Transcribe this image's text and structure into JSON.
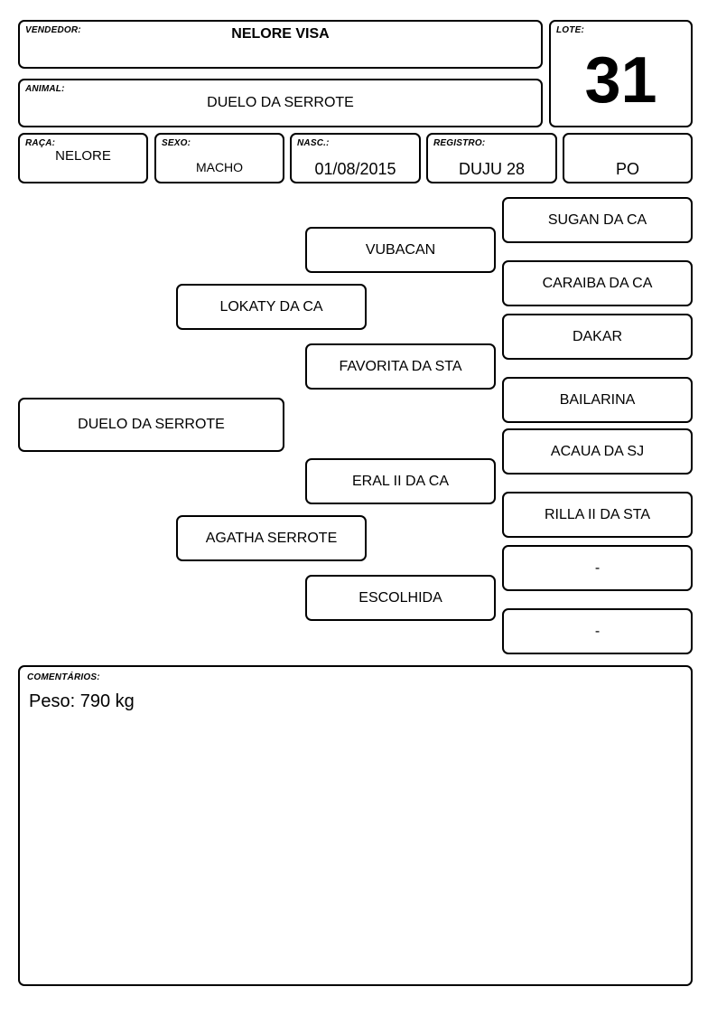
{
  "header": {
    "vendedor_label": "VENDEDOR:",
    "vendedor": "NELORE VISA",
    "animal_label": "ANIMAL:",
    "animal": "DUELO DA SERROTE",
    "lote_label": "LOTE:",
    "lote": "31"
  },
  "details": {
    "raca_label": "RAÇA:",
    "raca": "NELORE",
    "sexo_label": "SEXO:",
    "sexo": "MACHO",
    "nasc_label": "NASC.:",
    "nasc": "01/08/2015",
    "registro_label": "REGISTRO:",
    "registro": "DUJU 28",
    "tipo": "PO"
  },
  "pedigree": {
    "animal": "DUELO DA SERROTE",
    "pai": "LOKATY DA CA",
    "mae": "AGATHA SERROTE",
    "avo_paterno": "VUBACAN",
    "avo_paterna": "FAVORITA DA STA",
    "avo_materno": "ERAL II DA CA",
    "avo_materna": "ESCOLHIDA",
    "bisavos": [
      "SUGAN DA CA",
      "CARAIBA DA CA",
      "DAKAR",
      "BAILARINA",
      "ACAUA DA SJ",
      "RILLA II DA STA",
      "-",
      "-"
    ]
  },
  "comments": {
    "label": "COMENTÁRIOS:",
    "text": "Peso: 790 kg"
  }
}
